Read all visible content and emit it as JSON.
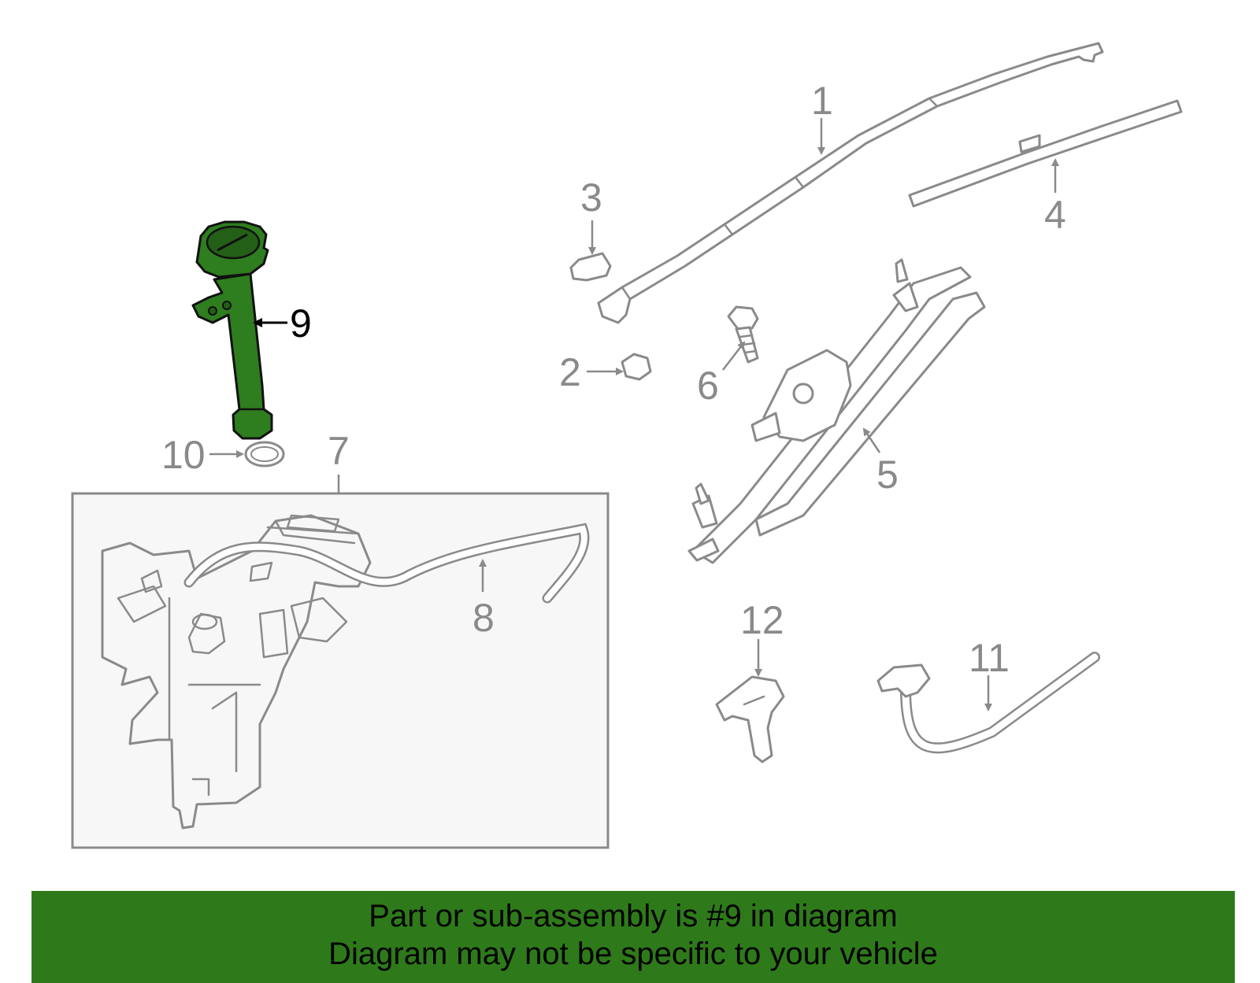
{
  "diagram": {
    "highlighted_part": "9",
    "highlight_color": "#2e7d1f",
    "line_color": "#8a8a8a",
    "callouts": {
      "c1": "1",
      "c2": "2",
      "c3": "3",
      "c4": "4",
      "c5": "5",
      "c6": "6",
      "c7": "7",
      "c8": "8",
      "c9": "9",
      "c10": "10",
      "c11": "11",
      "c12": "12"
    }
  },
  "banner": {
    "background": "#2e7a1a",
    "line1": "Part or sub-assembly is #9 in diagram",
    "line2": "Diagram may not be specific to your vehicle"
  }
}
